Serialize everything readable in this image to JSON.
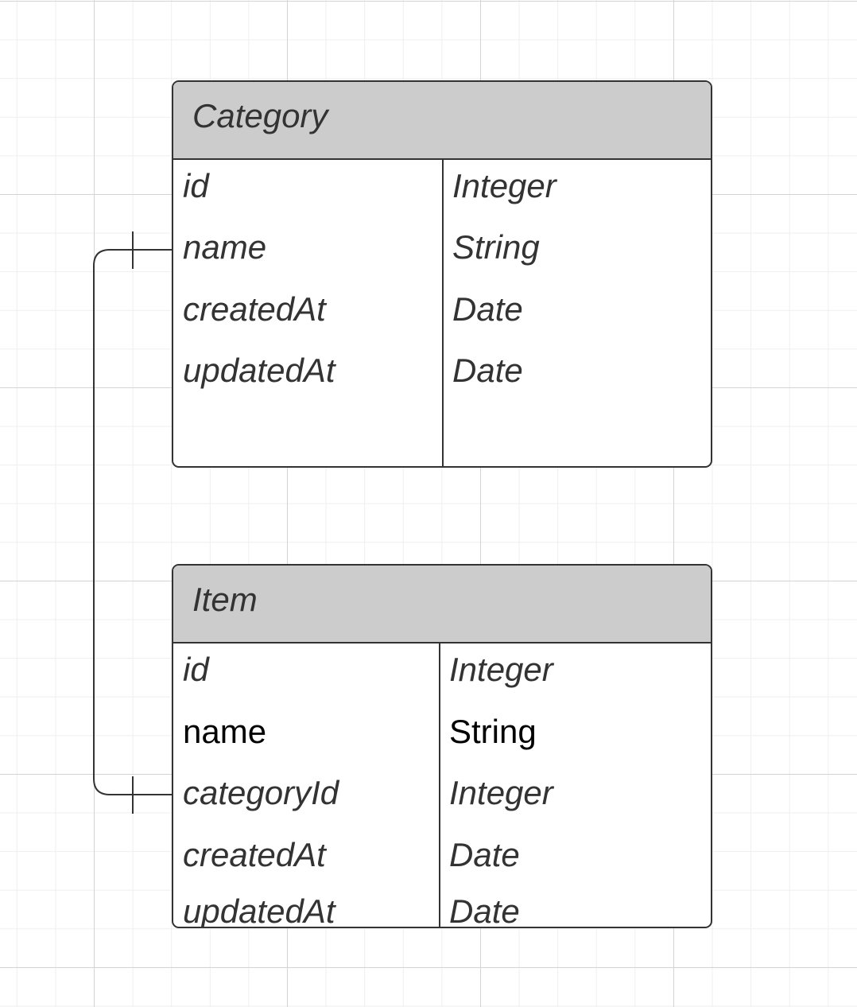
{
  "entities": [
    {
      "title": "Category",
      "fields": [
        {
          "name": "id",
          "type": "Integer"
        },
        {
          "name": "name",
          "type": "String"
        },
        {
          "name": "createdAt",
          "type": "Date"
        },
        {
          "name": "updatedAt",
          "type": "Date"
        }
      ]
    },
    {
      "title": "Item",
      "fields": [
        {
          "name": "id",
          "type": "Integer"
        },
        {
          "name": "name",
          "type": "String"
        },
        {
          "name": "categoryId",
          "type": "Integer"
        },
        {
          "name": "createdAt",
          "type": "Date"
        },
        {
          "name": "updatedAt",
          "type": "Date"
        }
      ]
    }
  ],
  "relationship": {
    "from": "Category.name",
    "to": "Item.categoryId",
    "from_end": "one",
    "to_end": "one"
  },
  "colors": {
    "header_fill": "#cccccc",
    "stroke": "#333333",
    "text": "#333333",
    "grid_major": "#d4d4d4",
    "grid_minor": "#efefef"
  }
}
